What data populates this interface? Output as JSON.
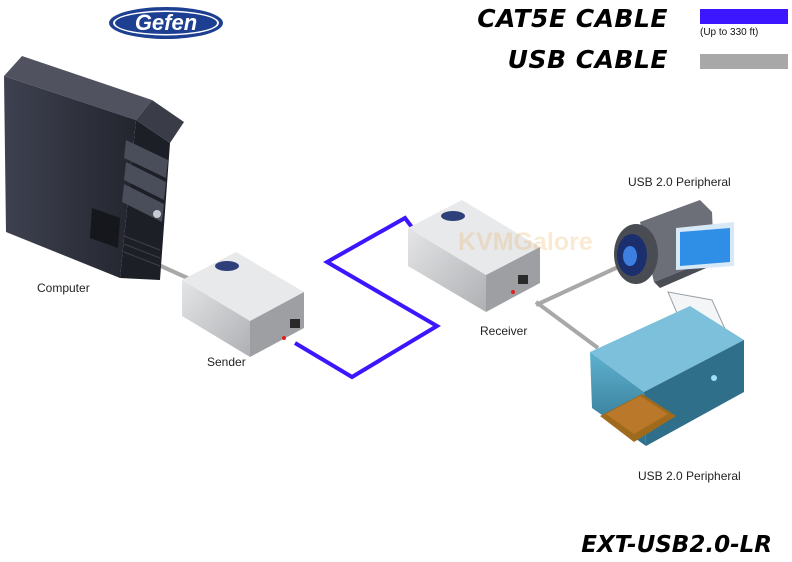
{
  "logo": {
    "text": "Gefen"
  },
  "legend": {
    "cat5e": {
      "label": "CAT5E CABLE",
      "note": "(Up to 330 ft)",
      "color": "#3b16ff"
    },
    "usb": {
      "label": "USB CABLE",
      "color": "#a8a8a8"
    }
  },
  "devices": {
    "computer": "Computer",
    "sender": "Sender",
    "receiver": "Receiver",
    "camera": "USB 2.0 Peripheral",
    "printer": "USB 2.0 Peripheral"
  },
  "watermark": "KVMGalore",
  "model": "EXT-USB2.0-LR",
  "colors": {
    "cat5e": "#3b16ff",
    "usb": "#a8a8a8",
    "tower": "#2b2d36",
    "extender": "#c9cbcd",
    "printer": "#3f8fae"
  }
}
